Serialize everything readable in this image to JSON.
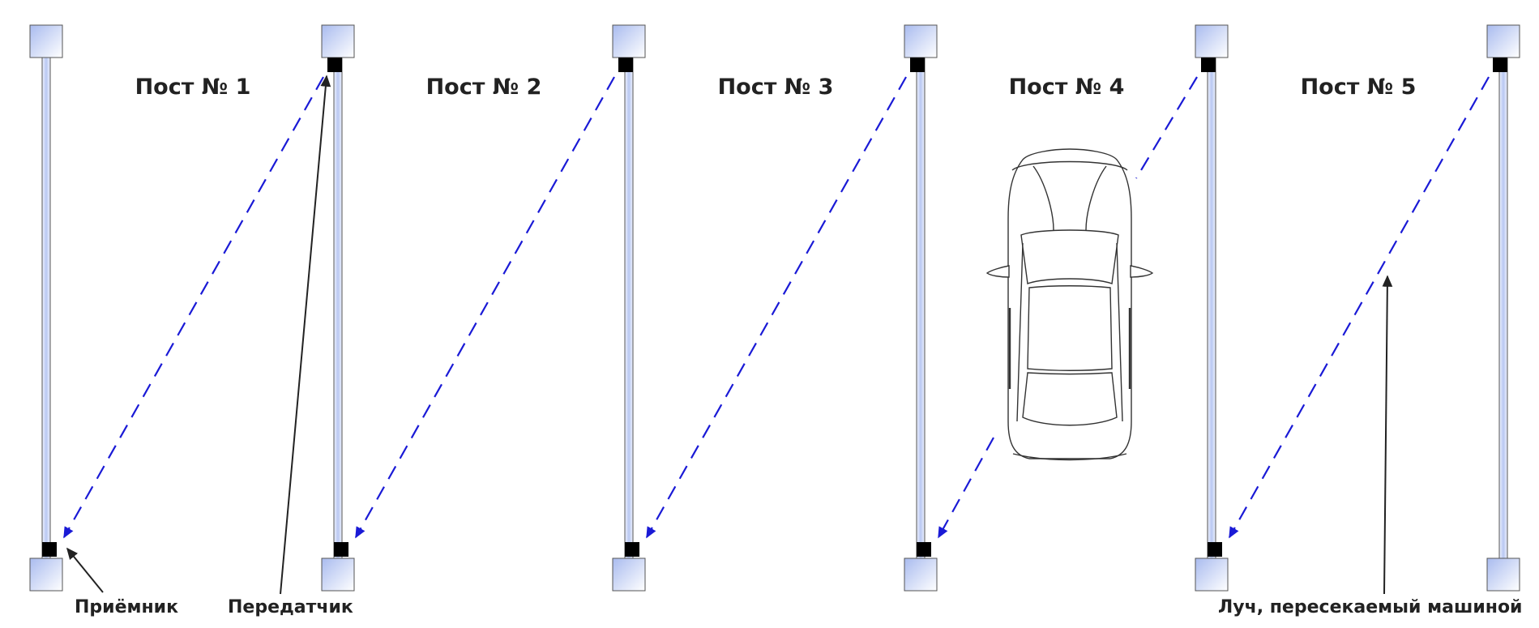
{
  "posts": [
    {
      "title": "Пост № 1"
    },
    {
      "title": "Пост № 2"
    },
    {
      "title": "Пост № 3"
    },
    {
      "title": "Пост № 4"
    },
    {
      "title": "Пост № 5"
    }
  ],
  "labels": {
    "receiver": "Приёмник",
    "transmitter": "Передатчик",
    "beam_crossed": "Луч, пересекаемый машиной"
  },
  "colors": {
    "beam": "#1a1ad6",
    "pillar_fill": "#c9d4f5",
    "base_fill": "#dfe6fb",
    "sensor": "#000000",
    "text": "#222222"
  }
}
